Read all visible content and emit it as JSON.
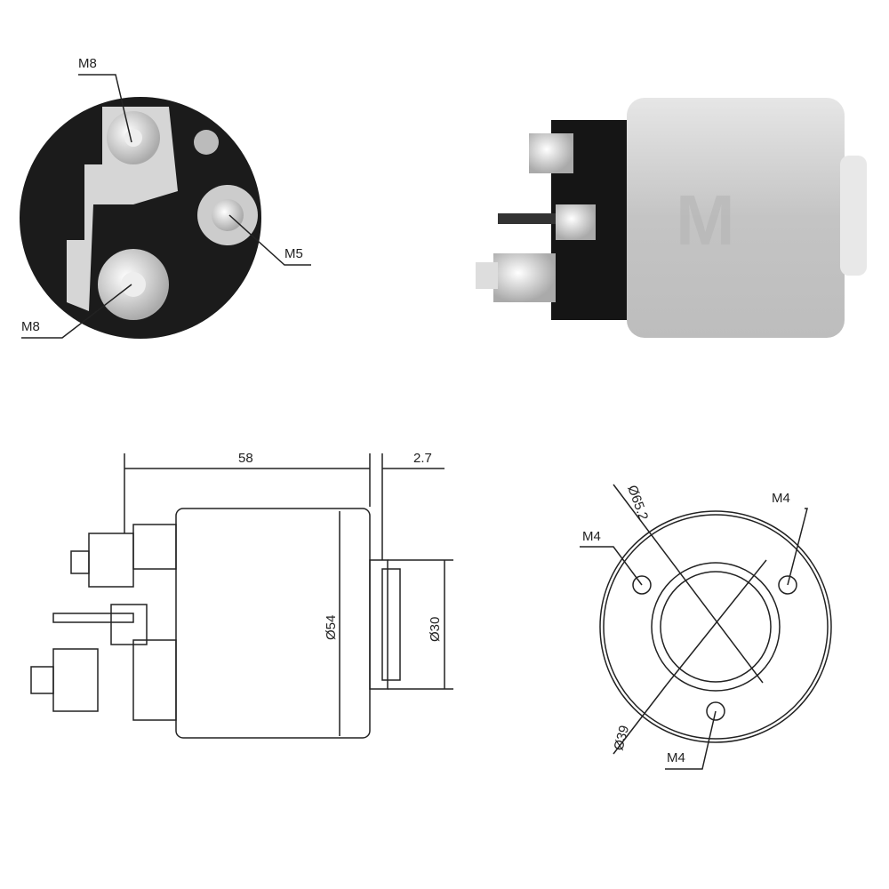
{
  "top_left_view": {
    "labels": [
      "M8",
      "M5",
      "M8"
    ]
  },
  "bottom_left_view": {
    "length": "58",
    "offset": "2.7",
    "diameter_body": "Ø54",
    "diameter_boss": "Ø30"
  },
  "bottom_right_view": {
    "diameter_bolt_circle": "Ø65.2",
    "diameter_inner": "Ø39",
    "holes": [
      "M4",
      "M4",
      "M4"
    ]
  },
  "colors": {
    "body": "#c8c8c8",
    "terminal_base": "#1a1a1a",
    "line": "#222222"
  }
}
